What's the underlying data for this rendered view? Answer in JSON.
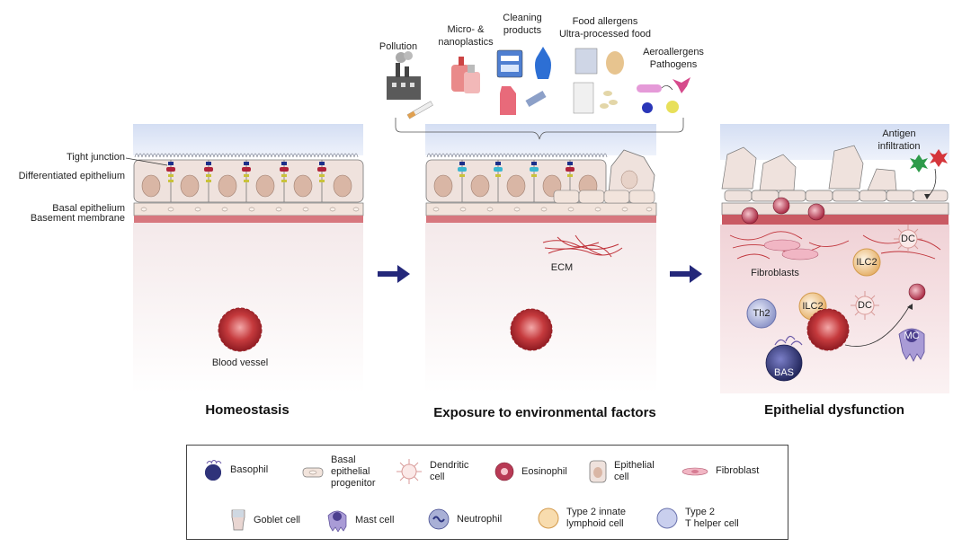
{
  "panels": {
    "homeostasis": {
      "title": "Homeostasis",
      "blood_vessel": "Blood vessel"
    },
    "exposure": {
      "title": "Exposure to environmental factors",
      "ecm": "ECM"
    },
    "dysfunction": {
      "title": "Epithelial dysfunction",
      "antigen": [
        "Antigen",
        "infiltration"
      ],
      "fibroblasts": "Fibroblasts"
    }
  },
  "side_labels": {
    "tight_junction": "Tight junction",
    "differentiated": "Differentiated epithelium",
    "basal": "Basal epithelium",
    "basement": "Basement membrane"
  },
  "factors": {
    "pollution": "Pollution",
    "micro": [
      "Micro- &",
      "nanoplastics"
    ],
    "cleaning": [
      "Cleaning",
      "products"
    ],
    "food": [
      "Food allergens",
      "Ultra-processed food"
    ],
    "aero": [
      "Aeroallergens",
      "Pathogens"
    ]
  },
  "cell_tags": {
    "dc": "DC",
    "ilc2": "ILC2",
    "th2": "Th2",
    "bas": "BAS",
    "mc": "MC"
  },
  "legend": {
    "basophil": "Basophil",
    "basal_progenitor": "Basal\nepithelial\nprogenitor",
    "dendritic": "Dendritic\ncell",
    "eosinophil": "Eosinophil",
    "epithelial": "Epithelial\ncell",
    "fibroblast": "Fibroblast",
    "goblet": "Goblet cell",
    "mast": "Mast cell",
    "neutrophil": "Neutrophil",
    "ilc2": "Type 2 innate\nlymphoid cell",
    "th2": "Type 2\nT helper cell"
  },
  "colors": {
    "epithelium_fill": "#efe2dd",
    "nucleus": "#d9b6a5",
    "vessel": "#c0333a",
    "arrow": "#24287a",
    "lumen": "#dbe4f5"
  }
}
